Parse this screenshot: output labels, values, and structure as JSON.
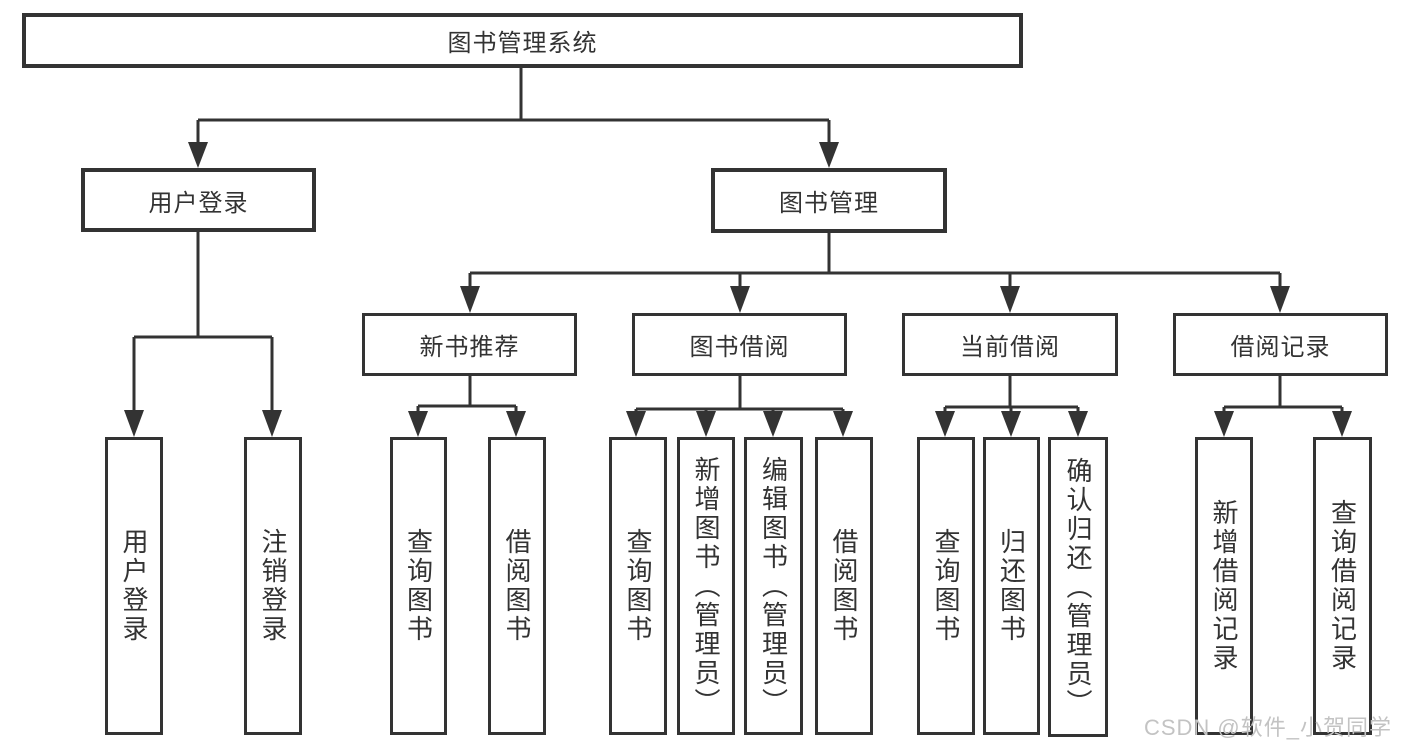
{
  "diagram_title": "图书管理系统",
  "colors": {
    "line": "#333333",
    "box_border": "#333333",
    "text": "#333333",
    "background": "#ffffff",
    "watermark": "#c3c3c3"
  },
  "watermark": {
    "text": "CSDN @软件_小贺同学"
  },
  "tree": {
    "label": "图书管理系统",
    "children": [
      {
        "label": "用户登录",
        "children": [
          {
            "label": "用户登录"
          },
          {
            "label": "注销登录"
          }
        ]
      },
      {
        "label": "图书管理",
        "children": [
          {
            "label": "新书推荐",
            "children": [
              {
                "label": "查询图书"
              },
              {
                "label": "借阅图书"
              }
            ]
          },
          {
            "label": "图书借阅",
            "children": [
              {
                "label": "查询图书"
              },
              {
                "label": "新增图书（管理员）"
              },
              {
                "label": "编辑图书（管理员）"
              },
              {
                "label": "借阅图书"
              }
            ]
          },
          {
            "label": "当前借阅",
            "children": [
              {
                "label": "查询图书"
              },
              {
                "label": "归还图书"
              },
              {
                "label": "确认归还（管理员）"
              }
            ]
          },
          {
            "label": "借阅记录",
            "children": [
              {
                "label": "新增借阅记录"
              },
              {
                "label": "查询借阅记录"
              }
            ]
          }
        ]
      }
    ]
  }
}
